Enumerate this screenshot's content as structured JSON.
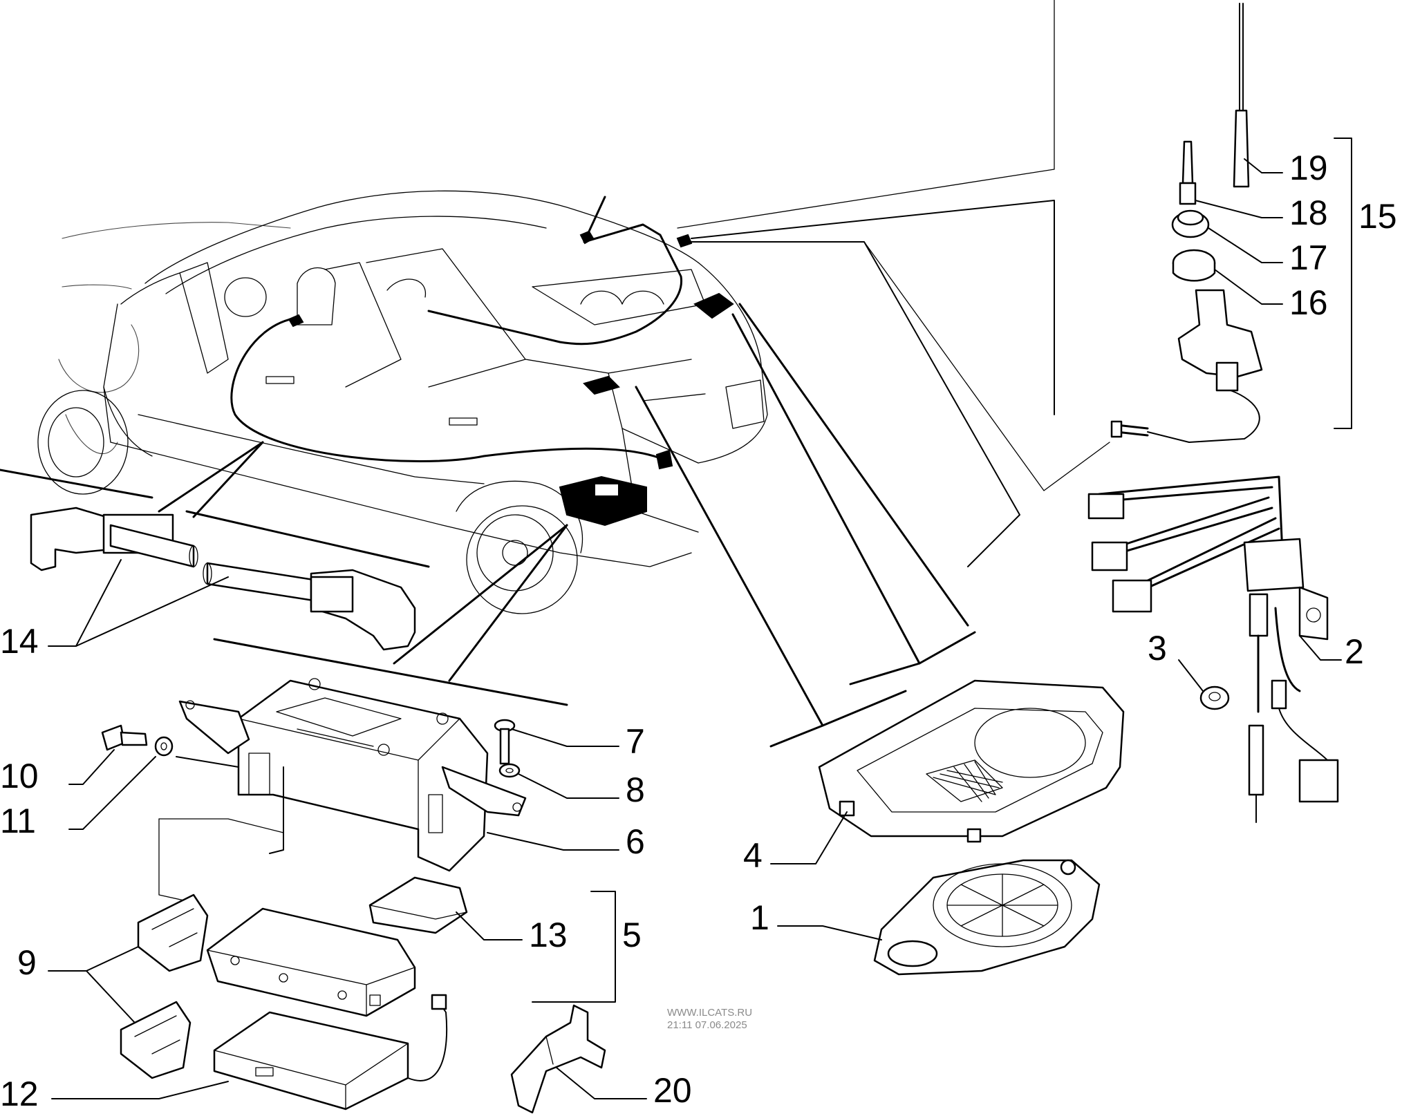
{
  "diagram": {
    "watermark_site": "WWW.ILCATS.RU",
    "watermark_date": "21:11 07.06.2025"
  },
  "callouts": [
    {
      "id": "1",
      "label": "1"
    },
    {
      "id": "2",
      "label": "2"
    },
    {
      "id": "3",
      "label": "3"
    },
    {
      "id": "4",
      "label": "4"
    },
    {
      "id": "5",
      "label": "5"
    },
    {
      "id": "6",
      "label": "6"
    },
    {
      "id": "7",
      "label": "7"
    },
    {
      "id": "8",
      "label": "8"
    },
    {
      "id": "9",
      "label": "9"
    },
    {
      "id": "10",
      "label": "10"
    },
    {
      "id": "11",
      "label": "11"
    },
    {
      "id": "12",
      "label": "12"
    },
    {
      "id": "13",
      "label": "13"
    },
    {
      "id": "14",
      "label": "14"
    },
    {
      "id": "15",
      "label": "15"
    },
    {
      "id": "16",
      "label": "16"
    },
    {
      "id": "17",
      "label": "17"
    },
    {
      "id": "18",
      "label": "18"
    },
    {
      "id": "19",
      "label": "19"
    },
    {
      "id": "20",
      "label": "20"
    }
  ]
}
